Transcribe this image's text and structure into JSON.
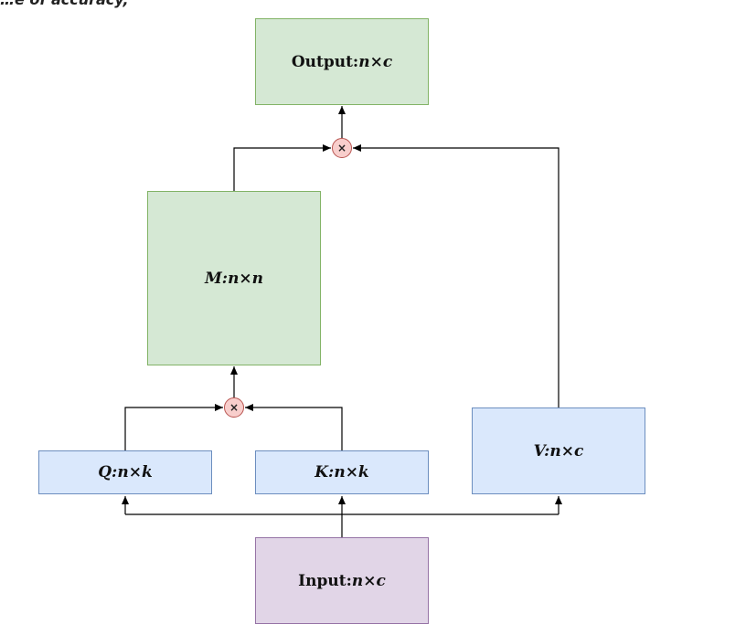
{
  "header_fragment": "…e of accuracy,",
  "nodes": {
    "output": {
      "name": "Output:",
      "dims": "n×c"
    },
    "m": {
      "name": "M:",
      "dims": "n×n"
    },
    "q": {
      "name": "Q:",
      "dims": "n×k"
    },
    "k": {
      "name": "K:",
      "dims": "n×k"
    },
    "v": {
      "name": "V:",
      "dims": "n×c"
    },
    "input": {
      "name": "Input:",
      "dims": "n×c"
    }
  },
  "operators": {
    "top": "×",
    "bottom": "×"
  },
  "colors": {
    "green_fill": "#d5e8d4",
    "blue_fill": "#dae8fc",
    "purple_fill": "#e1d5e7",
    "operator_fill": "#f8cecc",
    "line": "#000000"
  }
}
